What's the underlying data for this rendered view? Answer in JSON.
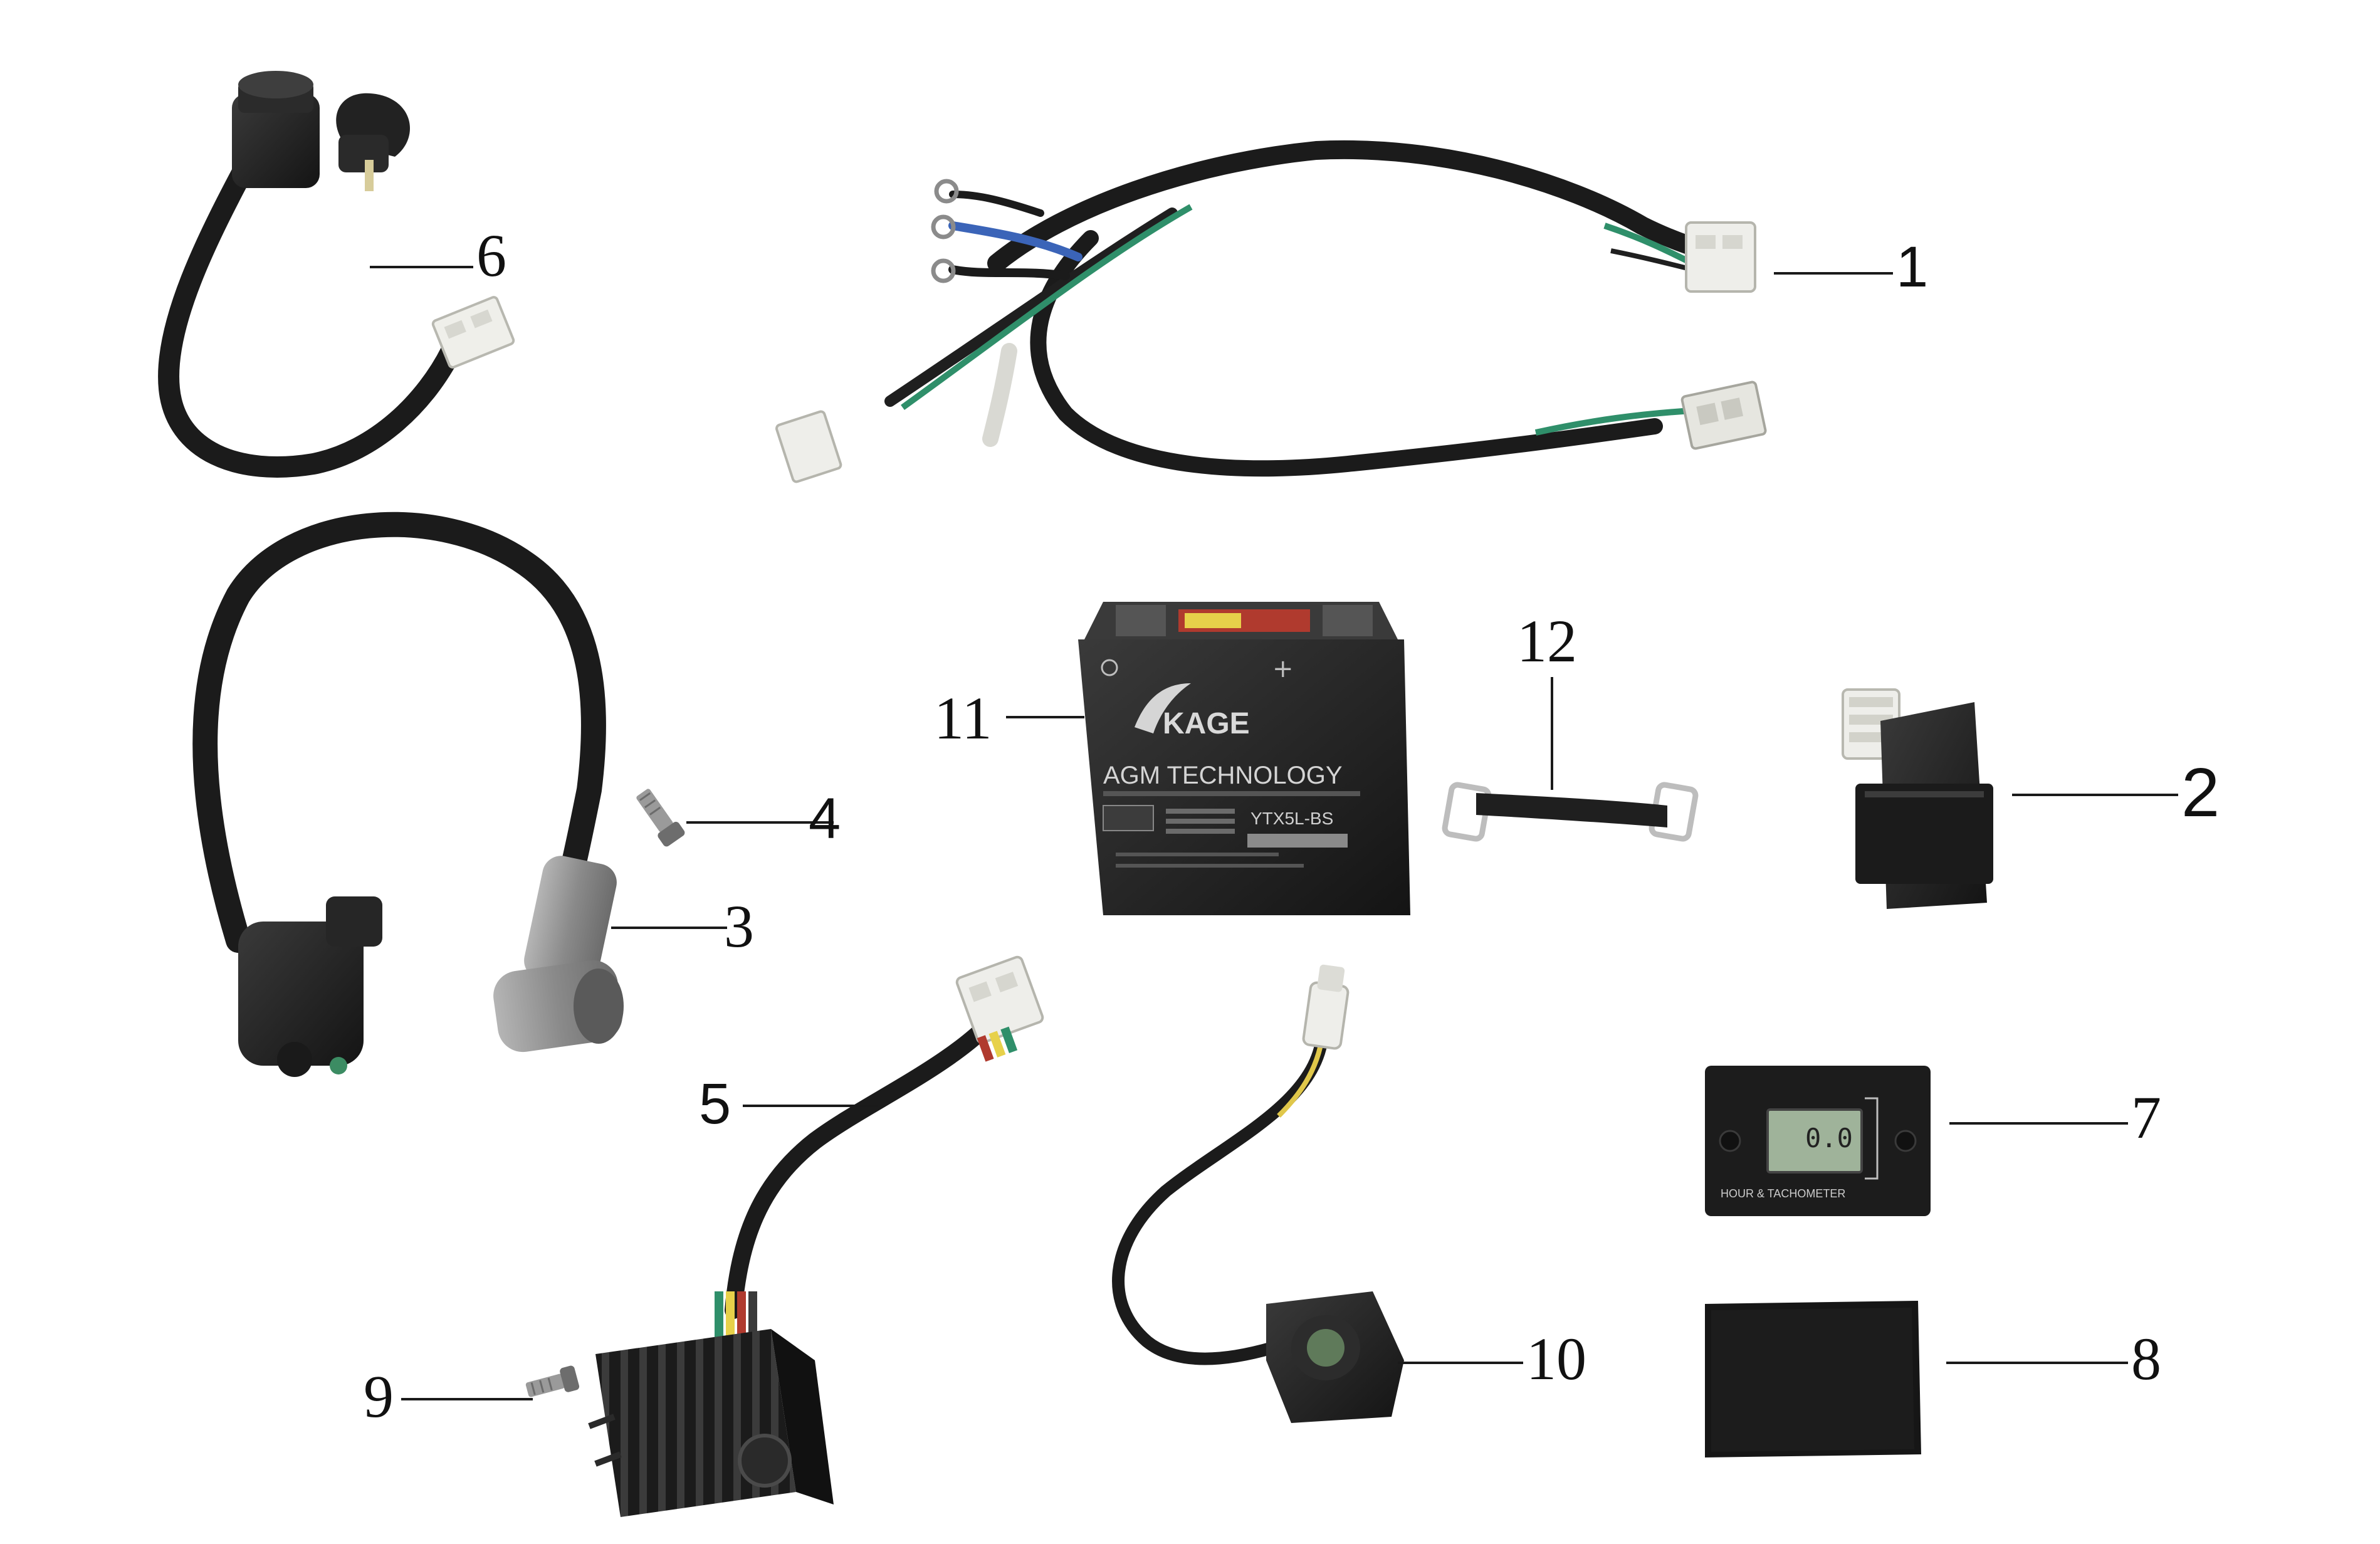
{
  "diagram": {
    "callouts": {
      "c1": "1",
      "c2": "2",
      "c3": "3",
      "c4": "4",
      "c5": "5",
      "c6": "6",
      "c7": "7",
      "c8": "8",
      "c9": "9",
      "c10": "10",
      "c11": "11",
      "c12": "12"
    },
    "battery": {
      "brand": "KAGE",
      "technology": "AGM TECHNOLOGY",
      "model": "YTX5L-BS"
    },
    "meter": {
      "reading": "0.0",
      "caption": "HOUR & TACHOMETER"
    }
  },
  "colors": {
    "part_black": "#1d1d1d",
    "plastic_white": "#eeeeea",
    "wire_green": "#2f8f6a",
    "wire_blue": "#3b64b8",
    "boot_grey": "#8e8e8e",
    "lcd_green": "#9fb39a",
    "battery_red": "#b03a2e",
    "battery_label_yellow": "#e7d14a"
  }
}
